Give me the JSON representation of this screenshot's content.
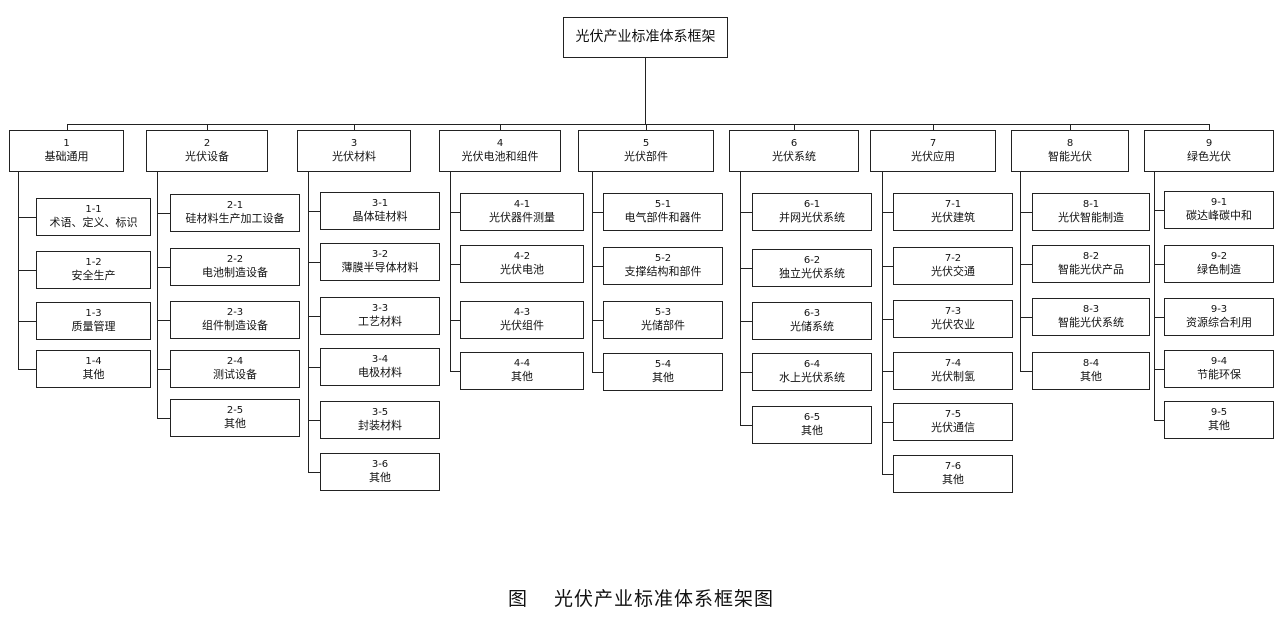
{
  "root": "光伏产业标准体系框架",
  "caption": {
    "prefix": "图",
    "title": "光伏产业标准体系框架图"
  },
  "categories": [
    {
      "num": "1",
      "label": "基础通用",
      "items": [
        {
          "num": "1-1",
          "label": "术语、定义、标识"
        },
        {
          "num": "1-2",
          "label": "安全生产"
        },
        {
          "num": "1-3",
          "label": "质量管理"
        },
        {
          "num": "1-4",
          "label": "其他"
        }
      ]
    },
    {
      "num": "2",
      "label": "光伏设备",
      "items": [
        {
          "num": "2-1",
          "label": "硅材料生产加工设备"
        },
        {
          "num": "2-2",
          "label": "电池制造设备"
        },
        {
          "num": "2-3",
          "label": "组件制造设备"
        },
        {
          "num": "2-4",
          "label": "测试设备"
        },
        {
          "num": "2-5",
          "label": "其他"
        }
      ]
    },
    {
      "num": "3",
      "label": "光伏材料",
      "items": [
        {
          "num": "3-1",
          "label": "晶体硅材料"
        },
        {
          "num": "3-2",
          "label": "薄膜半导体材料"
        },
        {
          "num": "3-3",
          "label": "工艺材料"
        },
        {
          "num": "3-4",
          "label": "电极材料"
        },
        {
          "num": "3-5",
          "label": "封装材料"
        },
        {
          "num": "3-6",
          "label": "其他"
        }
      ]
    },
    {
      "num": "4",
      "label": "光伏电池和组件",
      "items": [
        {
          "num": "4-1",
          "label": "光伏器件测量"
        },
        {
          "num": "4-2",
          "label": "光伏电池"
        },
        {
          "num": "4-3",
          "label": "光伏组件"
        },
        {
          "num": "4-4",
          "label": "其他"
        }
      ]
    },
    {
      "num": "5",
      "label": "光伏部件",
      "items": [
        {
          "num": "5-1",
          "label": "电气部件和器件"
        },
        {
          "num": "5-2",
          "label": "支撑结构和部件"
        },
        {
          "num": "5-3",
          "label": "光储部件"
        },
        {
          "num": "5-4",
          "label": "其他"
        }
      ]
    },
    {
      "num": "6",
      "label": "光伏系统",
      "items": [
        {
          "num": "6-1",
          "label": "并网光伏系统"
        },
        {
          "num": "6-2",
          "label": "独立光伏系统"
        },
        {
          "num": "6-3",
          "label": "光储系统"
        },
        {
          "num": "6-4",
          "label": "水上光伏系统"
        },
        {
          "num": "6-5",
          "label": "其他"
        }
      ]
    },
    {
      "num": "7",
      "label": "光伏应用",
      "items": [
        {
          "num": "7-1",
          "label": "光伏建筑"
        },
        {
          "num": "7-2",
          "label": "光伏交通"
        },
        {
          "num": "7-3",
          "label": "光伏农业"
        },
        {
          "num": "7-4",
          "label": "光伏制氢"
        },
        {
          "num": "7-5",
          "label": "光伏通信"
        },
        {
          "num": "7-6",
          "label": "其他"
        }
      ]
    },
    {
      "num": "8",
      "label": "智能光伏",
      "items": [
        {
          "num": "8-1",
          "label": "光伏智能制造"
        },
        {
          "num": "8-2",
          "label": "智能光伏产品"
        },
        {
          "num": "8-3",
          "label": "智能光伏系统"
        },
        {
          "num": "8-4",
          "label": "其他"
        }
      ]
    },
    {
      "num": "9",
      "label": "绿色光伏",
      "items": [
        {
          "num": "9-1",
          "label": "碳达峰碳中和"
        },
        {
          "num": "9-2",
          "label": "绿色制造"
        },
        {
          "num": "9-3",
          "label": "资源综合利用"
        },
        {
          "num": "9-4",
          "label": "节能环保"
        },
        {
          "num": "9-5",
          "label": "其他"
        }
      ]
    }
  ]
}
